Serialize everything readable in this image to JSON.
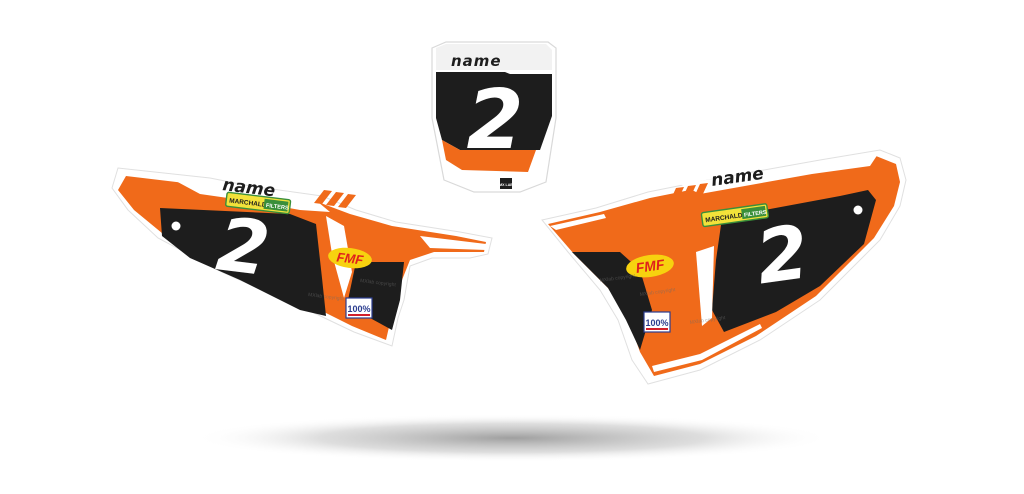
{
  "colors": {
    "orange": "#f06a1a",
    "black": "#1d1d1d",
    "white": "#ffffff",
    "shadow": "#9a9a9a",
    "fmf_red": "#e0201c",
    "fmf_yellow": "#f7d20f",
    "marchald_green": "#3a8f3a",
    "marchald_yellow": "#f2e23a",
    "hundred_blue": "#2b3d8f",
    "hundred_red": "#d21f2a"
  },
  "front_plate": {
    "name": "name",
    "number": "2",
    "brand_badge": "MX LAB"
  },
  "left_panel": {
    "name": "name",
    "number": "2",
    "sponsors": {
      "marchald": "MARCHALD",
      "filters": "FILTERS",
      "fmf": "FMF",
      "hundred": "100%"
    },
    "watermark": "MXlab copyright"
  },
  "right_panel": {
    "name": "name",
    "number": "2",
    "sponsors": {
      "marchald": "MARCHALD",
      "filters": "FILTERS",
      "fmf": "FMF",
      "hundred": "100%"
    },
    "watermark": "MXlab copyright"
  },
  "icons": {
    "front_plate": "front-number-plate-graphic",
    "side_panels": "side-panel-graphic"
  }
}
